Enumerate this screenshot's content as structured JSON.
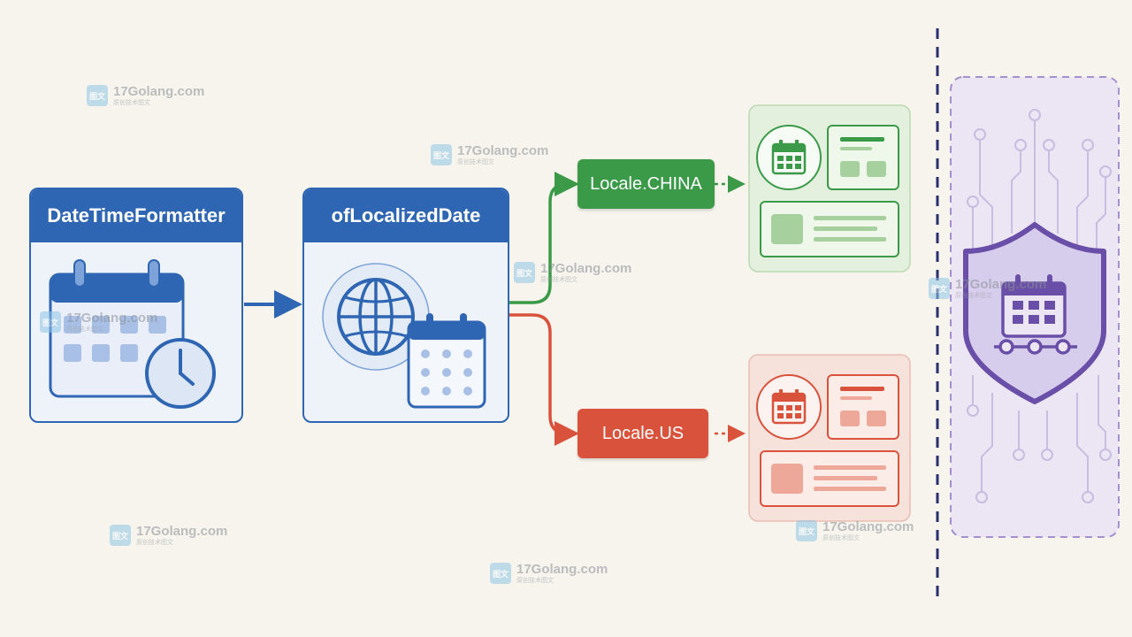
{
  "nodes": {
    "formatter": {
      "label": "DateTimeFormatter"
    },
    "localized": {
      "label": "ofLocalizedDate"
    },
    "china": {
      "label": "Locale.CHINA"
    },
    "us": {
      "label": "Locale.US"
    }
  },
  "colors": {
    "blue": "#2f66b3",
    "green": "#3a9a48",
    "red": "#d9523c",
    "purple": "#6a4fa8",
    "background": "#f6f4ec"
  },
  "icons": [
    "calendar-icon",
    "clock-icon",
    "globe-icon",
    "shield-icon",
    "circuit-lines"
  ],
  "watermark": {
    "text": "17Golang.com",
    "subtext": "原创技术图文",
    "logo_text": "图文"
  }
}
